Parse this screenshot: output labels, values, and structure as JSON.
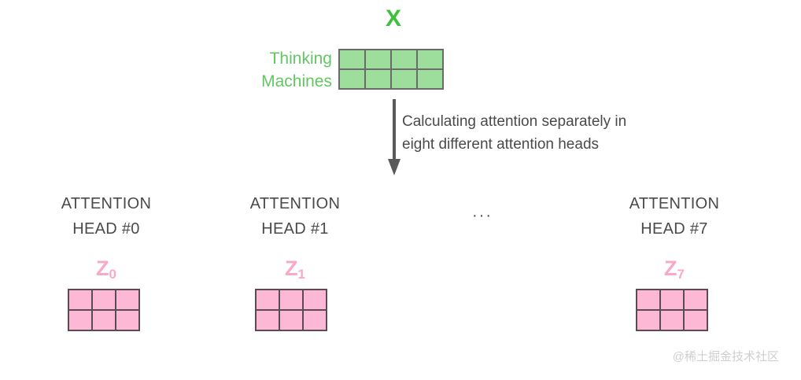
{
  "diagram": {
    "input": {
      "label": "X",
      "label_color": "#3cc13c",
      "row_labels": [
        "Thinking",
        "Machines"
      ],
      "row_label_color": "#62c663",
      "matrix": {
        "rows": 2,
        "cols": 4,
        "fill_color": "#9ede9c",
        "border_color": "#6b6b6b"
      }
    },
    "flow": {
      "arrow_icon": "down-arrow-icon",
      "arrow_color": "#595959",
      "caption_lines": [
        "Calculating attention separately in",
        "eight different attention heads"
      ],
      "caption_color": "#4a4a4a"
    },
    "ellipsis": "···",
    "heads": [
      {
        "title_lines": [
          "ATTENTION",
          "HEAD #0"
        ],
        "z_label": "Z",
        "z_subscript": "0",
        "matrix": {
          "rows": 2,
          "cols": 3,
          "fill_color": "#fcb8d4",
          "border_color": "#5d4b54"
        }
      },
      {
        "title_lines": [
          "ATTENTION",
          "HEAD #1"
        ],
        "z_label": "Z",
        "z_subscript": "1",
        "matrix": {
          "rows": 2,
          "cols": 3,
          "fill_color": "#fcb8d4",
          "border_color": "#5d4b54"
        }
      },
      {
        "title_lines": [
          "ATTENTION",
          "HEAD #7"
        ],
        "z_label": "Z",
        "z_subscript": "7",
        "matrix": {
          "rows": 2,
          "cols": 3,
          "fill_color": "#fcb8d4",
          "border_color": "#5d4b54"
        }
      }
    ],
    "watermark": "@稀土掘金技术社区"
  }
}
